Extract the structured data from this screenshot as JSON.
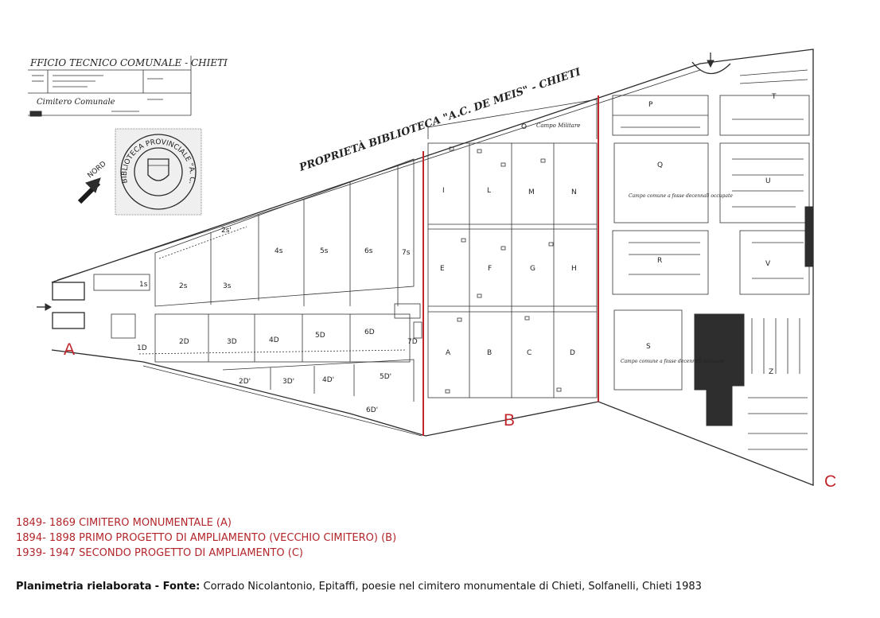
{
  "map": {
    "stamp_office": "FFICIO TECNICO COMUNALE - CHIETI",
    "stamp_title": "Cimitero Comunale",
    "seal_text": "BIBLIOTECA PROVINCIALE \"A. C. DE MEIS\" CHIETI",
    "road_label": "PROPRIETÀ BIBLIOTECA \"A.C. DE MEIS\" - CHIETI",
    "north_label": "NORD",
    "zones": [
      {
        "id": "A",
        "label": "A"
      },
      {
        "id": "B",
        "label": "B"
      },
      {
        "id": "C",
        "label": "C"
      }
    ],
    "fields_old": [
      "1s",
      "2s",
      "3s",
      "4s",
      "5s",
      "6s",
      "7s",
      "1D",
      "2D",
      "3D",
      "4D",
      "5D",
      "6D",
      "7D",
      "2D'",
      "3D'",
      "4D'",
      "5D'",
      "6D'",
      "2s'"
    ],
    "fields_mid": [
      "I",
      "L",
      "M",
      "N",
      "E",
      "F",
      "G",
      "H",
      "A",
      "B",
      "C",
      "D",
      "O"
    ],
    "fields_new": [
      "P",
      "T",
      "Q",
      "U",
      "R",
      "V",
      "S",
      "Z"
    ],
    "notes": [
      "Campo Militare",
      "Campo comune a fosse decennali occupate",
      "Campo comune a fosse decennali occupate"
    ],
    "colors": {
      "ink": "#2a2a2a",
      "accent": "#c0262c"
    }
  },
  "legend": [
    {
      "years": "1849- 1869",
      "text": "CIMITERO MONUMENTALE (A)"
    },
    {
      "years": "1894- 1898",
      "text": "PRIMO PROGETTO DI AMPLIAMENTO (VECCHIO CIMITERO) (B)"
    },
    {
      "years": "1939- 1947",
      "text": "SECONDO PROGETTO DI AMPLIAMENTO (C)"
    }
  ],
  "source": {
    "label": "Planimetria rielaborata",
    "prefix": "- Fonte:",
    "text": "Corrado Nicolantonio, Epitaffi, poesie nel cimitero monumentale di Chieti, Solfanelli, Chieti 1983"
  }
}
